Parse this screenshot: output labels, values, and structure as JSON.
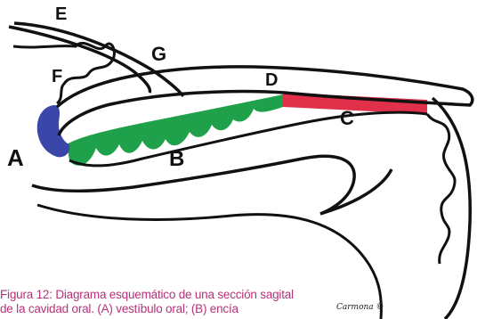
{
  "labels": {
    "A": "A",
    "B": "B",
    "C": "C",
    "D": "D",
    "E": "E",
    "F": "F",
    "G": "G"
  },
  "caption": {
    "line1": "Figura 12: Diagrama esquemático de una sección sagital",
    "line2": "de la cavidad oral. (A) vestíbulo oral; (B) encía"
  },
  "signature": "Carmona ©",
  "colors": {
    "outline": "#111111",
    "blue_region": "#3a47a8",
    "green_region": "#1fa04a",
    "red_region": "#e0304a",
    "caption_text": "#b5327a"
  }
}
